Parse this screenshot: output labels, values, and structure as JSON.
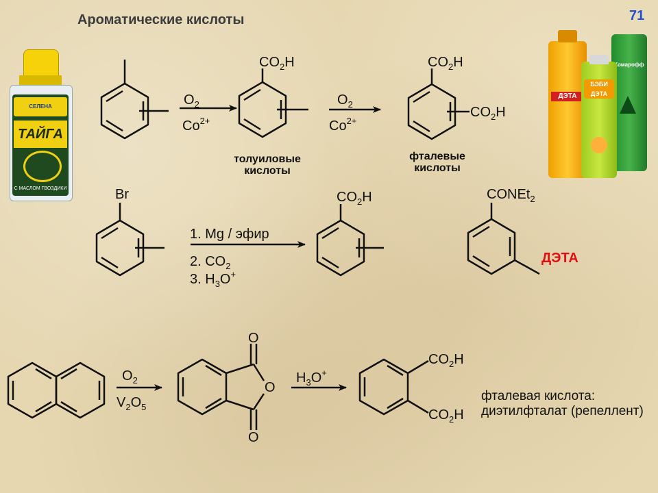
{
  "slide": {
    "title": "Ароматические кислоты",
    "number": "71",
    "number_color": "#1f4fd6"
  },
  "reaction1": {
    "reagent1_top": "O",
    "reagent1_top_sub": "2",
    "reagent1_bottom": "Co",
    "reagent1_bottom_sup": "2+",
    "product1_group": "CO",
    "product1_group_sub": "2",
    "product1_group_end": "H",
    "product1_name_line1": "толуиловые",
    "product1_name_line2": "кислоты",
    "reagent2_top": "O",
    "reagent2_top_sub": "2",
    "reagent2_bottom": "Co",
    "reagent2_bottom_sup": "2+",
    "product2_group_top": "CO",
    "product2_group_top_sub": "2",
    "product2_group_top_end": "H",
    "product2_group_side": "CO",
    "product2_group_side_sub": "2",
    "product2_group_side_end": "H",
    "product2_name_line1": "фталевые",
    "product2_name_line2": "кислоты"
  },
  "reaction2": {
    "start_group": "Br",
    "step1": "1. Mg / эфир",
    "step2": "2. CO",
    "step2_sub": "2",
    "step3": "3. H",
    "step3_sub": "3",
    "step3_end": "O",
    "step3_sup": "+",
    "product_group": "CO",
    "product_group_sub": "2",
    "product_group_end": "H",
    "deta_group": "CONEt",
    "deta_group_sub": "2",
    "deta_label": "ДЭТА",
    "deta_color": "#e01010"
  },
  "reaction3": {
    "reagent1_top": "O",
    "reagent1_top_sub": "2",
    "reagent1_bottom": "V",
    "reagent1_bottom_sub1": "2",
    "reagent1_bottom_mid": "O",
    "reagent1_bottom_sub2": "5",
    "anhydride_o_top": "O",
    "anhydride_o_ring": "O",
    "anhydride_o_bottom": "O",
    "reagent2": "H",
    "reagent2_sub": "3",
    "reagent2_end": "O",
    "reagent2_sup": "+",
    "product_top": "CO",
    "product_top_sub": "2",
    "product_top_end": "H",
    "product_bottom": "CO",
    "product_bottom_sub": "2",
    "product_bottom_end": "H",
    "note_line1": "фталевая кислота:",
    "note_line2": "диэтилфталат (репеллент)"
  },
  "products": {
    "taiga_brand": "ТАЙГА",
    "taiga_maker": "СЕЛЕНА",
    "taiga_footer": "С МАСЛОМ ГВОЗДИКИ",
    "deta_can": "ДЭТА",
    "baby_can": "БЭБИ ДЭТА",
    "komaroff_can": "Комарофф"
  }
}
